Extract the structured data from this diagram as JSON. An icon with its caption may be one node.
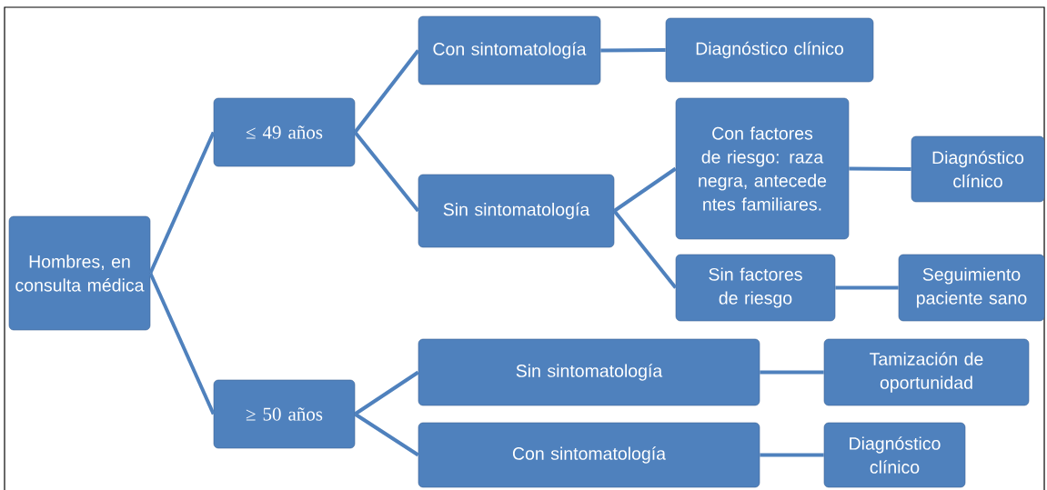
{
  "diagram": {
    "nodes": [
      {
        "text": [
          "Hombres, en consulta médica"
        ]
      },
      {
        "text": [
          "≤ 49 años"
        ]
      },
      {
        "text": [
          "≥ 50 años"
        ]
      },
      {
        "text": [
          "Con sintomatología"
        ]
      },
      {
        "text": [
          "Diagnóstico clínico"
        ]
      },
      {
        "text": [
          "Sin sintomatología"
        ]
      },
      {
        "text": [
          "Con factores de riesgo: raza negra, antecede ntes familiares."
        ]
      },
      {
        "text": [
          "Diagnóstico clínico"
        ]
      },
      {
        "text": [
          "Sin factores de riesgo"
        ]
      },
      {
        "text": [
          "Seguimiento paciente sano"
        ]
      },
      {
        "text": [
          "Sin sintomatología"
        ]
      },
      {
        "text": [
          "Tamización de oportunidad"
        ]
      },
      {
        "text": [
          "Con sintomatología"
        ]
      },
      {
        "text": [
          "Diagnóstico clínico"
        ]
      }
    ],
    "edges": [
      {
        "from": 0,
        "to": 1,
        "arrow": "none"
      },
      {
        "from": 0,
        "to": 2,
        "arrow": "none"
      },
      {
        "from": 1,
        "to": 3,
        "arrow": "none"
      },
      {
        "from": 1,
        "to": 5,
        "arrow": "none"
      },
      {
        "from": 3,
        "to": 4,
        "arrow": "none"
      },
      {
        "from": 5,
        "to": 6,
        "arrow": "none"
      },
      {
        "from": 5,
        "to": 8,
        "arrow": "none"
      },
      {
        "from": 6,
        "to": 7,
        "arrow": "none"
      },
      {
        "from": 8,
        "to": 9,
        "arrow": "none"
      },
      {
        "from": 2,
        "to": 10,
        "arrow": "none"
      },
      {
        "from": 2,
        "to": 12,
        "arrow": "none"
      },
      {
        "from": 10,
        "to": 11,
        "arrow": "none"
      },
      {
        "from": 12,
        "to": 13,
        "arrow": "none"
      }
    ]
  }
}
